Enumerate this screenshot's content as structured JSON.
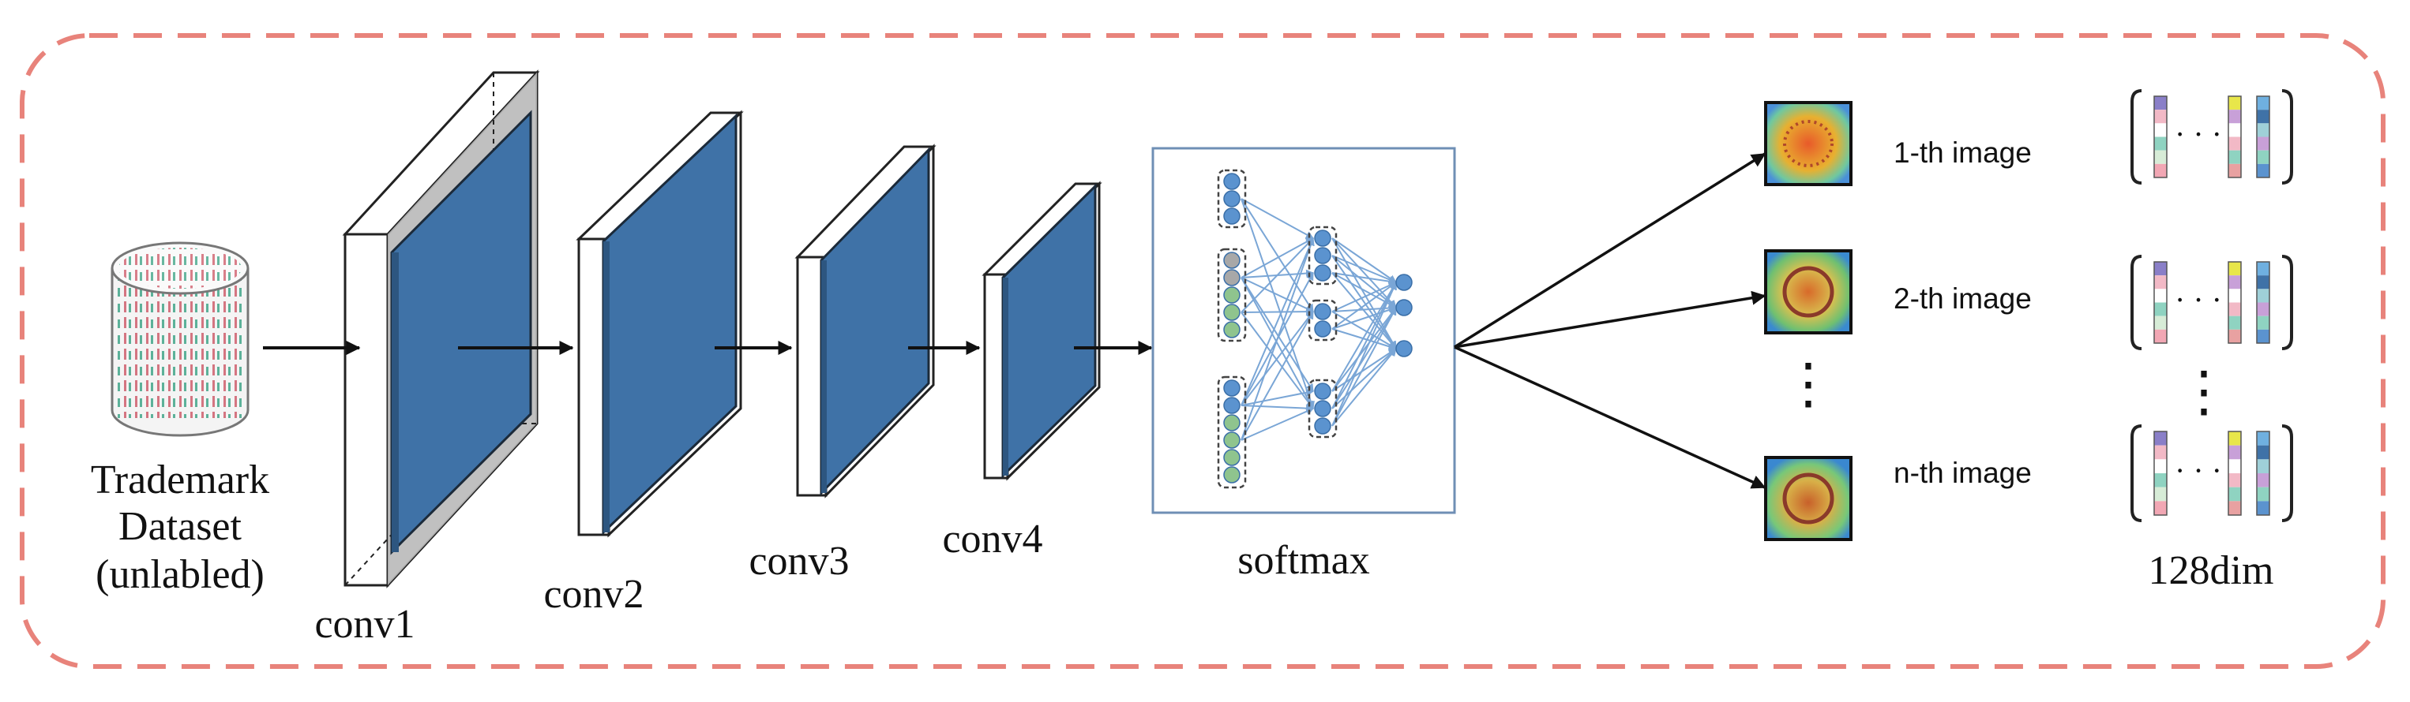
{
  "dataset": {
    "line1": "Trademark",
    "line2": "Dataset",
    "line3": "(unlabled)"
  },
  "layers": [
    {
      "label": "conv1"
    },
    {
      "label": "conv2"
    },
    {
      "label": "conv3"
    },
    {
      "label": "conv4"
    },
    {
      "label": "softmax"
    }
  ],
  "outputs": [
    {
      "label": "1-th image"
    },
    {
      "label": "2-th image"
    },
    {
      "label": "n-th image"
    }
  ],
  "dim_label": "128dim",
  "ellipsis_h": "· · ·",
  "ellipsis_v": "⋮",
  "colors": {
    "frame_dash": "#e8837b",
    "feature_map": "#3f72a7",
    "feature_map_edge": "#1b2a3a",
    "net_box": "#6f8fb5",
    "node": "#5b93cf",
    "node_gray": "#a8a8a8",
    "node_green": "#8fc48e",
    "edge": "#7aa6d6"
  },
  "vector_colors": [
    [
      "#8a7fc8",
      "#f2b9c6",
      "#ffffff",
      "#8fd3c1",
      "#d7ecd7",
      "#f2a7b4"
    ],
    [
      "#e8e64a",
      "#c8a0d8",
      "#ffffff",
      "#f2b9c6",
      "#8fd3c1",
      "#e8a1a1"
    ],
    [
      "#6fb0e0",
      "#3f72a7",
      "#9fd0d8",
      "#c8a0d8",
      "#8fd3c1",
      "#5b93cf"
    ]
  ]
}
